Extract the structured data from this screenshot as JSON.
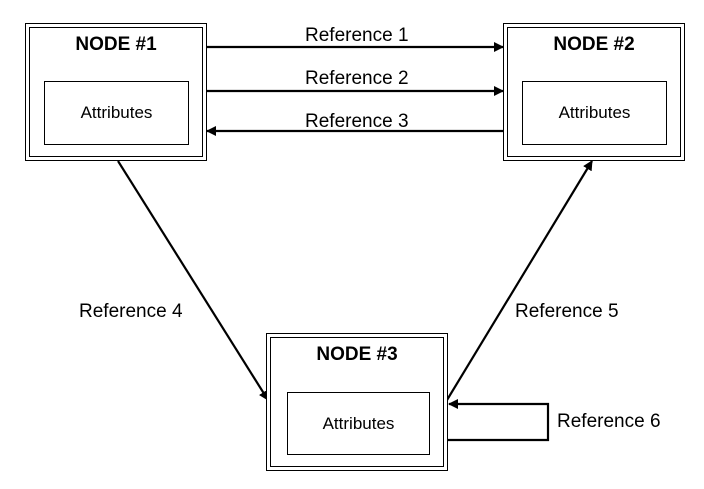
{
  "nodes": [
    {
      "title": "NODE #1",
      "attributes": "Attributes"
    },
    {
      "title": "NODE #2",
      "attributes": "Attributes"
    },
    {
      "title": "NODE #3",
      "attributes": "Attributes"
    }
  ],
  "references": [
    {
      "label": "Reference 1",
      "from": "NODE #1",
      "to": "NODE #2"
    },
    {
      "label": "Reference 2",
      "from": "NODE #1",
      "to": "NODE #2"
    },
    {
      "label": "Reference 3",
      "from": "NODE #2",
      "to": "NODE #1"
    },
    {
      "label": "Reference 4",
      "from": "NODE #1",
      "to": "NODE #3"
    },
    {
      "label": "Reference 5",
      "from": "NODE #3",
      "to": "NODE #2"
    },
    {
      "label": "Reference 6",
      "from": "NODE #3",
      "to": "NODE #3"
    }
  ],
  "colors": {
    "stroke": "#000000",
    "background": "#ffffff"
  }
}
